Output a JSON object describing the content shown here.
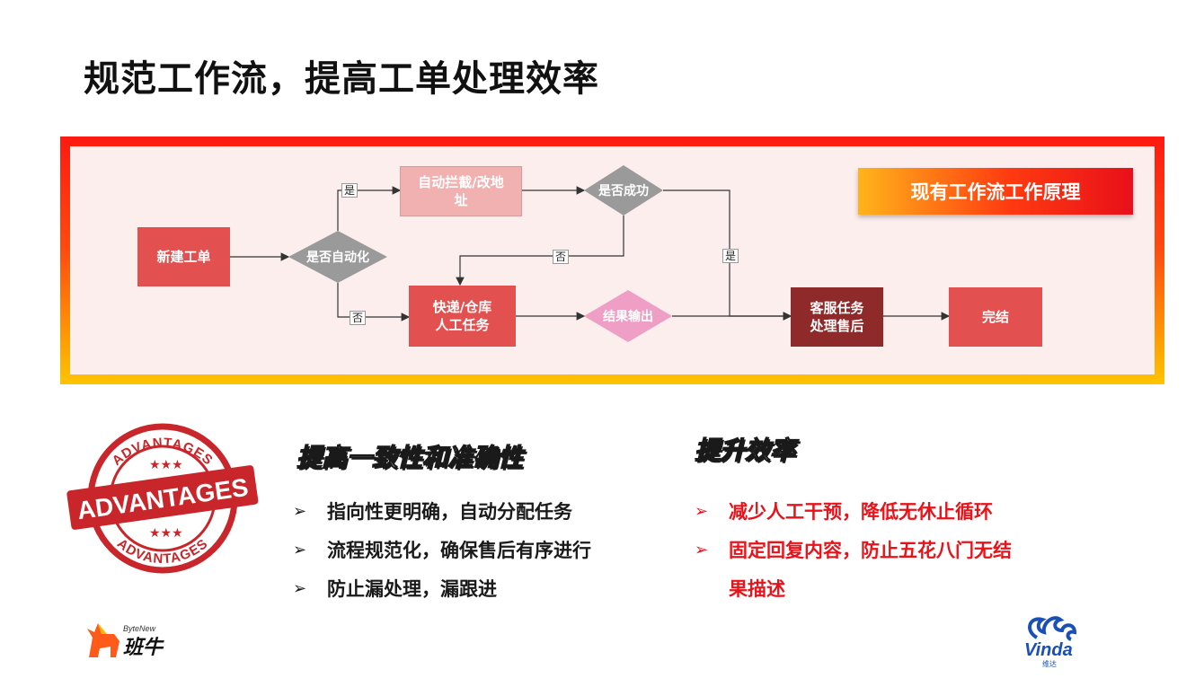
{
  "title": "规范工作流，提高工单处理效率",
  "diagram": {
    "badge": "现有工作流工作原理",
    "nodes": {
      "new_ticket": "新建工单",
      "is_auto": "是否自动化",
      "auto_intercept": "自动拦截/改地址",
      "is_success": "是否成功",
      "express_task": "快递/仓库人工任务",
      "result_output": "结果输出",
      "cs_task": "客服任务处理售后",
      "done": "完结"
    },
    "edge_labels": {
      "yes_top": "是",
      "no_bottom": "否",
      "no_middle": "否",
      "yes_right": "是"
    }
  },
  "stamp": {
    "top_arc": "ADVANTAGES",
    "center": "ADVANTAGES",
    "bottom_arc": "ADVANTAGES"
  },
  "section_left": {
    "heading": "提高一致性和准确性",
    "items": [
      "指向性更明确，自动分配任务",
      "流程规范化，确保售后有序进行",
      "防止漏处理，漏跟进"
    ]
  },
  "section_right": {
    "heading": "提升效率",
    "items": [
      "减少人工干预，降低无休止循环",
      "固定回复内容，防止五花八门无结",
      "果描述"
    ]
  },
  "bullet_marker": "➢",
  "logo_left": {
    "en": "ByteNew",
    "cn": "班牛"
  },
  "logo_right": {
    "en": "Vinda",
    "cn": "维达"
  },
  "colors": {
    "node_red": "#e2504f",
    "node_pink": "#f2b1b1",
    "node_dark": "#8e2a2a",
    "diamond_gray": "#9a9a9a",
    "diamond_pink": "#ef9fc5",
    "text_red": "#e8131a"
  }
}
